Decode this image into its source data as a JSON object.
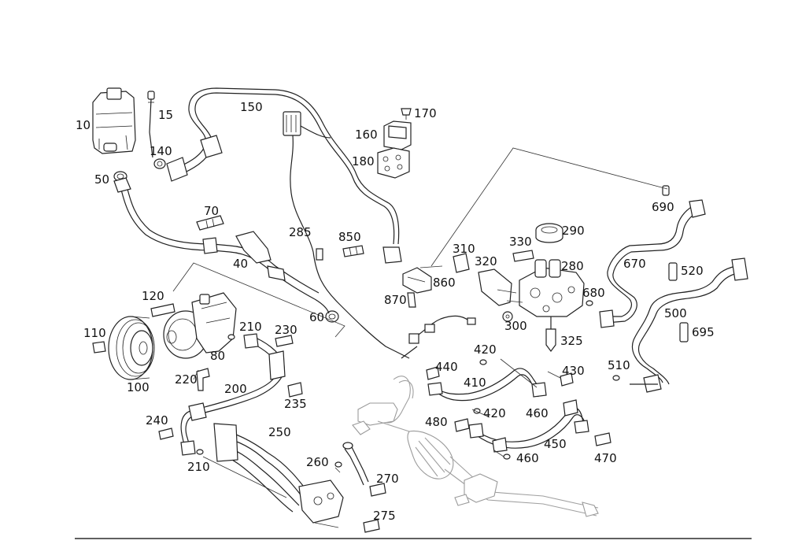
{
  "diagram": {
    "title": "",
    "callouts": [
      {
        "id": "10",
        "text": "10"
      },
      {
        "id": "15",
        "text": "15"
      },
      {
        "id": "140",
        "text": "140"
      },
      {
        "id": "50",
        "text": "50"
      },
      {
        "id": "150",
        "text": "150"
      },
      {
        "id": "170",
        "text": "170"
      },
      {
        "id": "160",
        "text": "160"
      },
      {
        "id": "180",
        "text": "180"
      },
      {
        "id": "70",
        "text": "70"
      },
      {
        "id": "285",
        "text": "285"
      },
      {
        "id": "850",
        "text": "850"
      },
      {
        "id": "40",
        "text": "40"
      },
      {
        "id": "690",
        "text": "690"
      },
      {
        "id": "290",
        "text": "290"
      },
      {
        "id": "330",
        "text": "330"
      },
      {
        "id": "310",
        "text": "310"
      },
      {
        "id": "320",
        "text": "320"
      },
      {
        "id": "280",
        "text": "280"
      },
      {
        "id": "670",
        "text": "670"
      },
      {
        "id": "520",
        "text": "520"
      },
      {
        "id": "860",
        "text": "860"
      },
      {
        "id": "870",
        "text": "870"
      },
      {
        "id": "680",
        "text": "680"
      },
      {
        "id": "500",
        "text": "500"
      },
      {
        "id": "695",
        "text": "695"
      },
      {
        "id": "120",
        "text": "120"
      },
      {
        "id": "60",
        "text": "60"
      },
      {
        "id": "300",
        "text": "300"
      },
      {
        "id": "325",
        "text": "325"
      },
      {
        "id": "110",
        "text": "110"
      },
      {
        "id": "210a",
        "text": "210"
      },
      {
        "id": "230",
        "text": "230"
      },
      {
        "id": "80",
        "text": "80"
      },
      {
        "id": "420a",
        "text": "420"
      },
      {
        "id": "430",
        "text": "430"
      },
      {
        "id": "510",
        "text": "510"
      },
      {
        "id": "100",
        "text": "100"
      },
      {
        "id": "220",
        "text": "220"
      },
      {
        "id": "440",
        "text": "440"
      },
      {
        "id": "410",
        "text": "410"
      },
      {
        "id": "200",
        "text": "200"
      },
      {
        "id": "235",
        "text": "235"
      },
      {
        "id": "420b",
        "text": "420"
      },
      {
        "id": "460a",
        "text": "460"
      },
      {
        "id": "240",
        "text": "240"
      },
      {
        "id": "250",
        "text": "250"
      },
      {
        "id": "480",
        "text": "480"
      },
      {
        "id": "450",
        "text": "450"
      },
      {
        "id": "460b",
        "text": "460"
      },
      {
        "id": "470",
        "text": "470"
      },
      {
        "id": "210b",
        "text": "210"
      },
      {
        "id": "260",
        "text": "260"
      },
      {
        "id": "270",
        "text": "270"
      },
      {
        "id": "275",
        "text": "275"
      }
    ]
  }
}
